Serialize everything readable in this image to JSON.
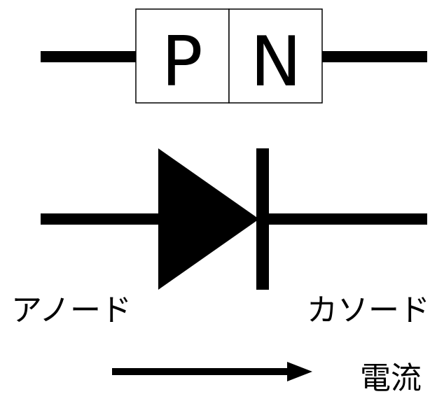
{
  "diagram": {
    "pn_junction": {
      "p_label": "P",
      "n_label": "N"
    },
    "diode_symbol": {
      "anode_label": "アノード",
      "cathode_label": "カソード"
    },
    "current": {
      "label": "電流"
    },
    "colors": {
      "stroke": "#000000",
      "fill": "#000000",
      "background": "#ffffff"
    }
  }
}
